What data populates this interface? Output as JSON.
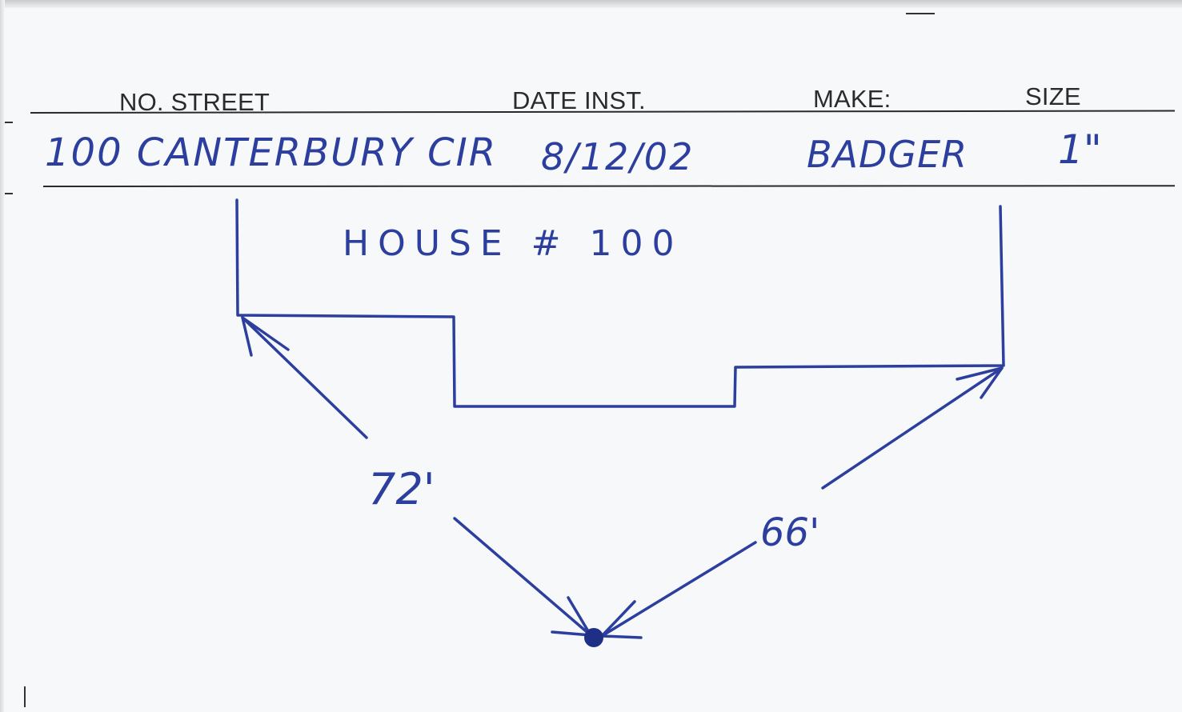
{
  "headers": {
    "street": "NO. STREET",
    "date": "DATE INST.",
    "make": "MAKE:",
    "size": "SIZE"
  },
  "entry": {
    "street": "100 CANTERBURY CIR",
    "date": "8/12/02",
    "make": "BADGER",
    "size": "1\""
  },
  "sketch": {
    "house_label": "HOUSE # 100",
    "distance_left": "72'",
    "distance_right": "66'"
  },
  "colors": {
    "ink": "#2c3f9e",
    "print": "#2b2b2b",
    "paper": "#f7f8f9"
  }
}
